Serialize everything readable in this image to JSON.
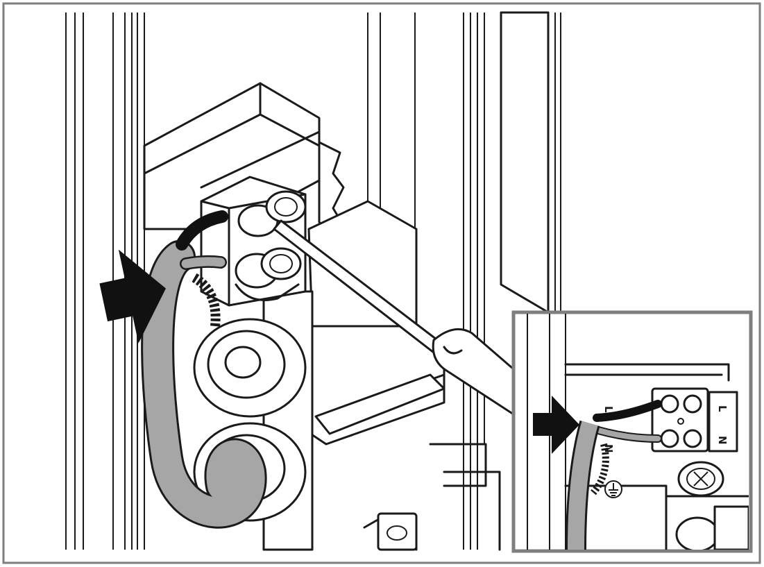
{
  "colors": {
    "frame": "#7f7f7f",
    "outline": "#1a1a1a",
    "cable": "#a6a6a6",
    "arrow": "#111111",
    "background": "#ffffff"
  },
  "icons": [
    "arrow-right-icon",
    "screwdriver-icon",
    "earth-ground-icon"
  ],
  "inset": {
    "terminal_labels": [
      "L",
      "N"
    ],
    "wire_labels": [
      "L",
      "N"
    ]
  }
}
